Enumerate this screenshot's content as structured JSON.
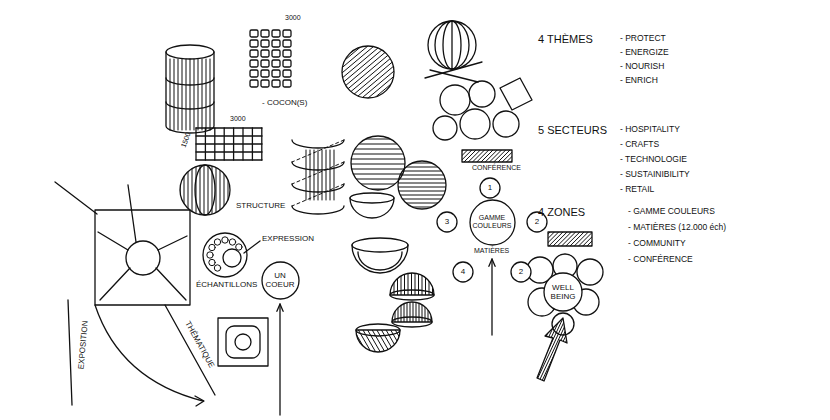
{
  "diagram": {
    "nodes": [
      {
        "text": [
          "UN COEUR"
        ]
      },
      {
        "text": [
          "1"
        ]
      },
      {
        "text": [
          "3"
        ]
      },
      {
        "text": [
          "GAMME COULEURS"
        ]
      },
      {
        "text": [
          "2"
        ]
      },
      {
        "text": [
          "4"
        ]
      },
      {
        "text": [
          "2"
        ]
      },
      {
        "text": [
          "WELL BEING"
        ]
      }
    ],
    "labels": [
      "3000",
      "- COCON(S)",
      "3000",
      "1500",
      "STRUCTURE",
      "EXPRESSION",
      "ÉCHANTILLONS",
      "EXPOSITION",
      "THÉMATIQUE",
      "CONFÉRENCE",
      "MATIÈRES",
      "4 THÈMES",
      "- PROTECT",
      "- ENERGIZE",
      "- NOURISH",
      "- ENRICH",
      "5 SECTEURS",
      "- HOSPITALITY",
      "- CRAFTS",
      "- TECHNOLOGIE",
      "- SUSTAINIBILITY",
      "- RETAIL",
      "4 ZONES",
      "- GAMME COULEURS",
      "- MATIÈRES (12.000 éch)",
      "- COMMUNITY",
      "- CONFÉRENCE"
    ]
  }
}
